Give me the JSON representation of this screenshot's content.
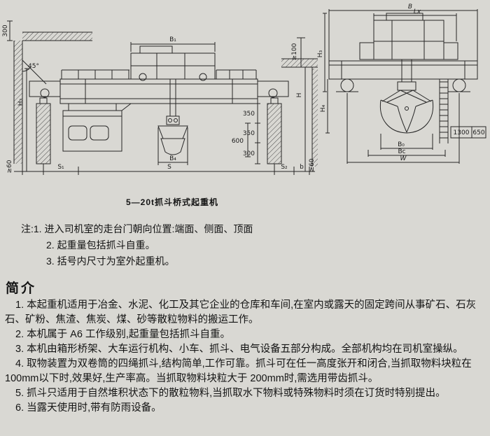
{
  "caption": "5—20t抓斗桥式起重机",
  "notes": [
    "注:1. 进入司机室的走台门朝向位置:端面、侧面、顶面",
    "2. 起重量包括抓斗自重。",
    "3. 括号内尺寸为室外起重机。"
  ],
  "intro": {
    "heading": "简介",
    "paragraphs": [
      "1. 本起重机适用于冶金、水泥、化工及其它企业的仓库和车间,在室内或露天的固定跨间从事矿石、石灰石、矿粉、焦渣、焦炭、煤、砂等散粒物料的搬运工作。",
      "2. 本机属于 A6 工作级别,起重量包括抓斗自重。",
      "3. 本机由箱形桥架、大车运行机构、小车、抓斗、电气设备五部分构成。全部机构均在司机室操纵。",
      "4. 取物装置为双卷筒的四绳抓斗,结构简单,工作可靠。抓斗可在任一高度张开和闭合,当抓取物料块粒在 100mm以下时,效果好,生产率高。当抓取物料块粒大于 200mm时,需选用带齿抓斗。",
      "5. 抓斗只适用于自然堆积状态下的散粒物料,当抓取水下物料或特殊物料时须在订货时特别提出。",
      "6. 当露天使用时,带有防雨设备。"
    ]
  },
  "front": {
    "labels": {
      "dim300": "300",
      "angle45": "45°",
      "h2": "H₂",
      "b1": "B₁",
      "ge100": "≥100",
      "h": "H",
      "d350a": "350",
      "d350b": "350",
      "d300": "300",
      "d600": "600",
      "b4": "B₄",
      "ge60_left": "≥60",
      "s1": "S₁",
      "s": "S",
      "s2": "S₂",
      "b_rail": "b",
      "ge60_right": "≥60"
    }
  },
  "side": {
    "labels": {
      "b": "B",
      "lx": "Lx",
      "h3": "H₃",
      "h4": "H₄",
      "v1300": "1300",
      "v650": "650",
      "b0": "B₀",
      "bc": "Bc",
      "w": "W"
    }
  }
}
